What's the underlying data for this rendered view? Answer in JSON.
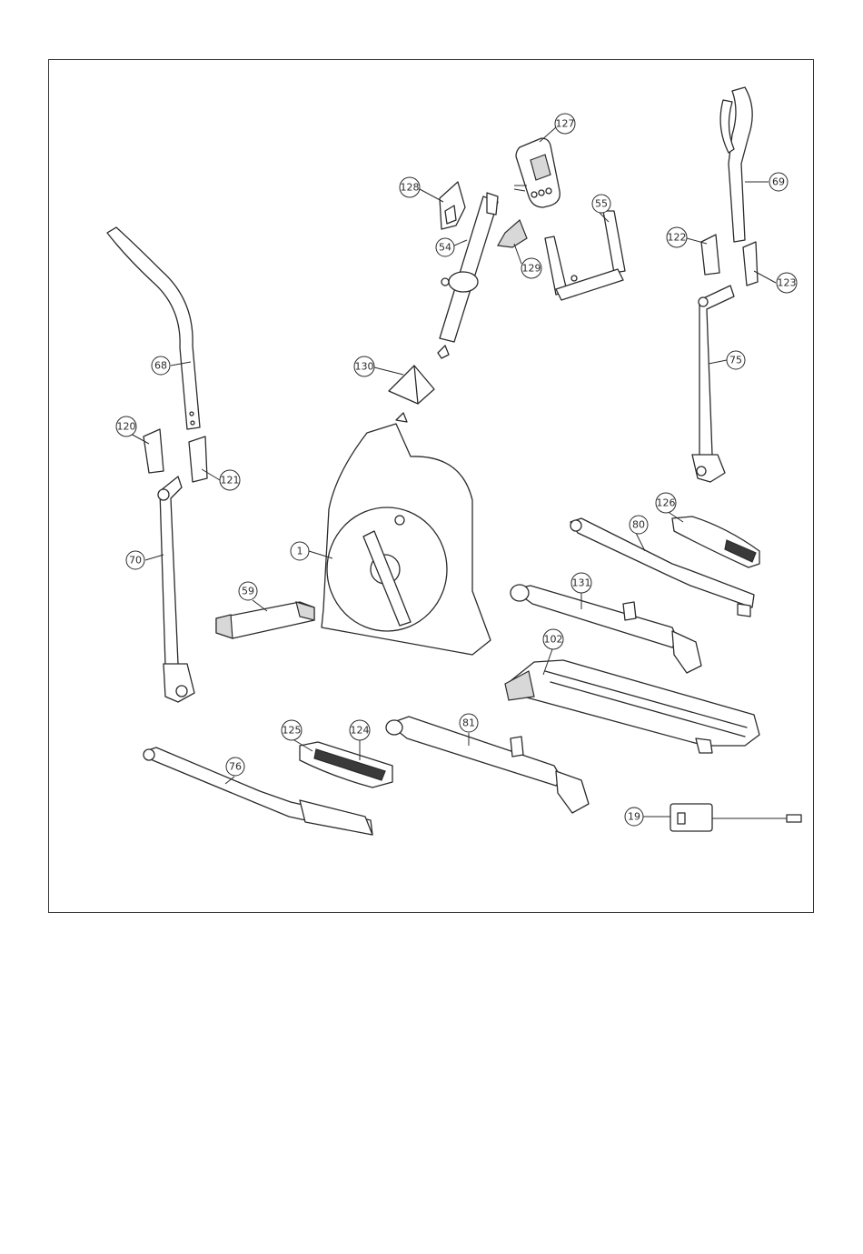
{
  "callouts": [
    {
      "id": "c127",
      "label": "127"
    },
    {
      "id": "c128",
      "label": "128"
    },
    {
      "id": "c54",
      "label": "54"
    },
    {
      "id": "c129",
      "label": "129"
    },
    {
      "id": "c55",
      "label": "55"
    },
    {
      "id": "c69",
      "label": "69"
    },
    {
      "id": "c122",
      "label": "122"
    },
    {
      "id": "c123",
      "label": "123"
    },
    {
      "id": "c68",
      "label": "68"
    },
    {
      "id": "c130",
      "label": "130"
    },
    {
      "id": "c75",
      "label": "75"
    },
    {
      "id": "c120",
      "label": "120"
    },
    {
      "id": "c121",
      "label": "121"
    },
    {
      "id": "c126",
      "label": "126"
    },
    {
      "id": "c80",
      "label": "80"
    },
    {
      "id": "c1",
      "label": "1"
    },
    {
      "id": "c70",
      "label": "70"
    },
    {
      "id": "c59",
      "label": "59"
    },
    {
      "id": "c131",
      "label": "131"
    },
    {
      "id": "c102",
      "label": "102"
    },
    {
      "id": "c81",
      "label": "81"
    },
    {
      "id": "c125",
      "label": "125"
    },
    {
      "id": "c124",
      "label": "124"
    },
    {
      "id": "c76",
      "label": "76"
    },
    {
      "id": "c19",
      "label": "19"
    }
  ]
}
